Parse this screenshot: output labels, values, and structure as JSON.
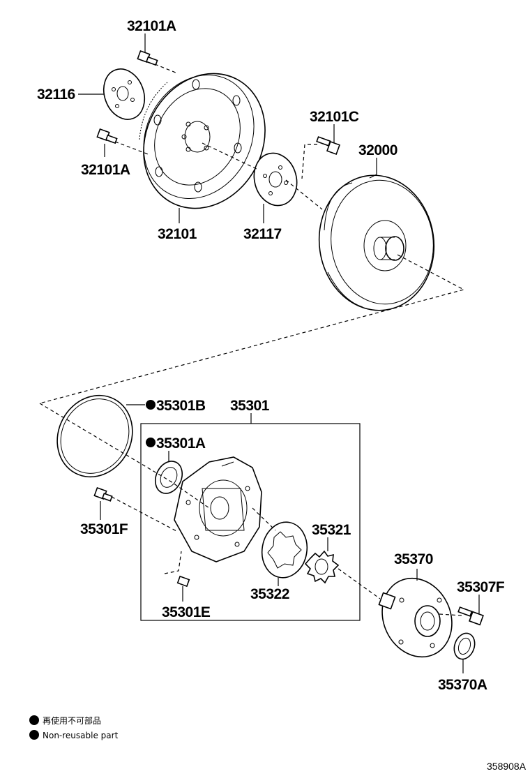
{
  "labels": {
    "p32101A_top": "32101A",
    "p32116": "32116",
    "p32101A_bot": "32101A",
    "p32101": "32101",
    "p32101C": "32101C",
    "p32000": "32000",
    "p32117": "32117",
    "p35301B": "35301B",
    "p35301": "35301",
    "p35301A": "35301A",
    "p35301F": "35301F",
    "p35321": "35321",
    "p35322": "35322",
    "p35301E": "35301E",
    "p35370": "35370",
    "p35307F": "35307F",
    "p35370A": "35370A"
  },
  "legend": {
    "jp": "再使用不可部品",
    "en": "Non-reusable part"
  },
  "figure_code": "358908A"
}
